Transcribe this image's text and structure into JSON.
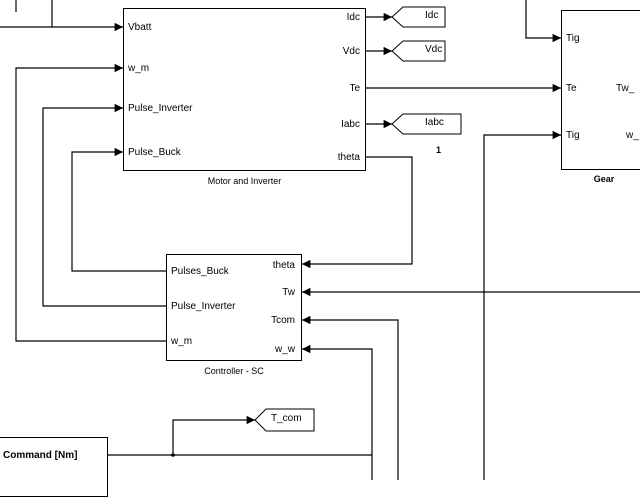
{
  "motor_block": {
    "caption": "Motor and Inverter",
    "inputs": [
      "Vbatt",
      "w_m",
      "Pulse_Inverter",
      "Pulse_Buck"
    ],
    "outputs": [
      "Idc",
      "Vdc",
      "Te",
      "Iabc",
      "theta"
    ]
  },
  "goto_tags": {
    "idc": "Idc",
    "vdc": "Vdc",
    "iabc": "Iabc",
    "iabc_number": "1",
    "t_com": "T_com"
  },
  "gear_block": {
    "caption": "Gear",
    "inputs": [
      "Tig",
      "Te",
      "Tig"
    ],
    "outputs": [
      "Tw_",
      "w_"
    ]
  },
  "controller_block": {
    "caption": "Controller - SC",
    "inputs": [
      "theta",
      "Tw",
      "Tcom",
      "w_w"
    ],
    "outputs": [
      "Pulses_Buck",
      "Pulse_Inverter",
      "w_m"
    ]
  },
  "command_block": {
    "caption": "Command [Nm]"
  }
}
